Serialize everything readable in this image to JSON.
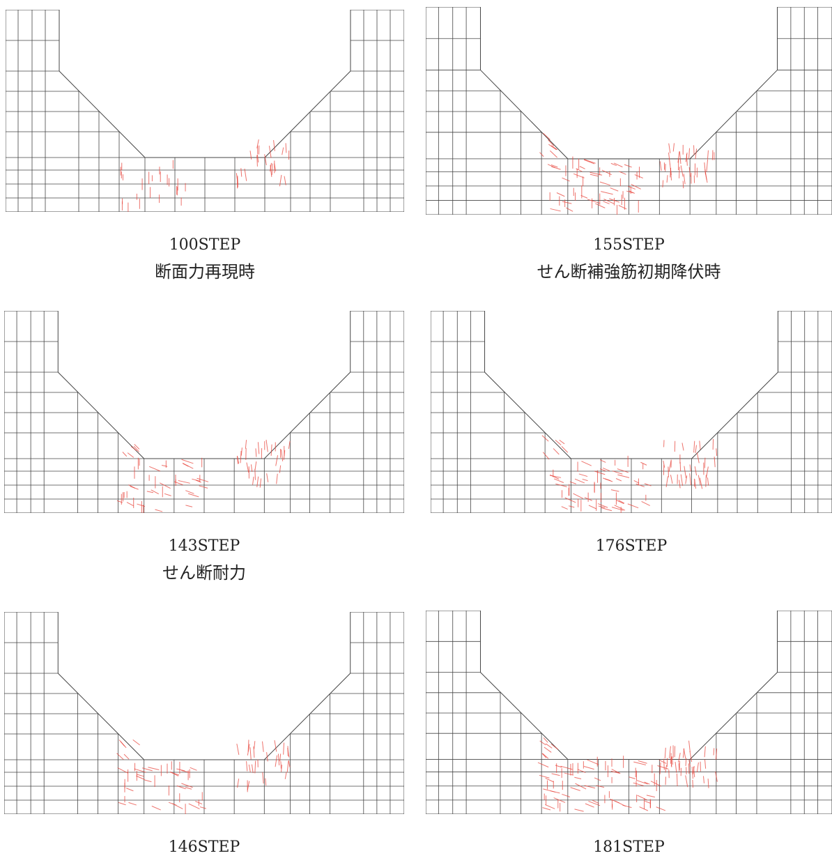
{
  "panels": [
    {
      "id": "p100",
      "step": "100STEP",
      "desc": "断面力再現時"
    },
    {
      "id": "p155",
      "step": "155STEP",
      "desc": "せん断補強筋初期降伏時"
    },
    {
      "id": "p143",
      "step": "143STEP",
      "desc": "せん断耐力"
    },
    {
      "id": "p176",
      "step": "176STEP",
      "desc": ""
    },
    {
      "id": "p146",
      "step": "146STEP",
      "desc": ""
    },
    {
      "id": "p181",
      "step": "181STEP",
      "desc": ""
    }
  ],
  "colors": {
    "mesh": "#444444",
    "crack": "#e8453c"
  }
}
